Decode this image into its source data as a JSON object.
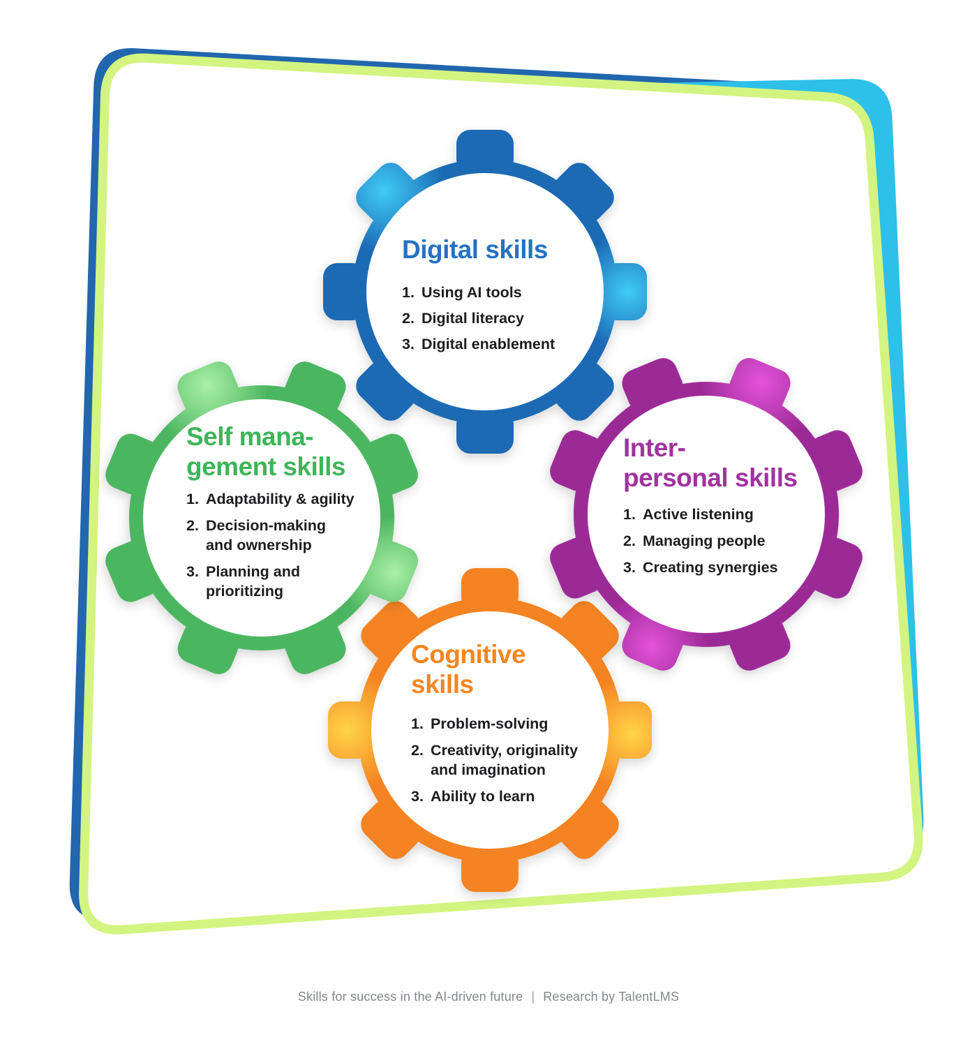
{
  "card": {
    "background": "#ffffff",
    "border_color": "#d3f480",
    "back_band_left": "#2166ae",
    "back_band_right": "#2dc0e8"
  },
  "numbers": [
    "1.",
    "2.",
    "3."
  ],
  "gears": [
    {
      "name": "digital-skills",
      "title": "Digital skills",
      "color": "#1f6ab4",
      "highlight": "#41d0fa",
      "title_color": "#2572c4",
      "items": [
        "Using AI tools",
        "Digital literacy",
        "Digital enablement"
      ]
    },
    {
      "name": "self-management-skills",
      "title": "Self mana-\ngement skills",
      "color": "#4bb660",
      "highlight": "#aef2a8",
      "title_color": "#3eb558",
      "items": [
        "Adaptability & agility",
        "Decision-making\nand ownership",
        "Planning and\nprioritizing"
      ]
    },
    {
      "name": "interpersonal-skills",
      "title": "Inter-\npersonal skills",
      "color": "#9c2c96",
      "highlight": "#e755de",
      "title_color": "#a232a0",
      "items": [
        "Active listening",
        "Managing people",
        "Creating synergies"
      ]
    },
    {
      "name": "cognitive-skills",
      "title": "Cognitive\nskills",
      "color": "#f58321",
      "highlight": "#ffd84a",
      "title_color": "#f6861f",
      "items": [
        "Problem-solving",
        "Creativity, originality\nand imagination",
        "Ability to learn"
      ]
    }
  ],
  "footer": {
    "title": "Skills for success in the AI-driven future",
    "separator": "|",
    "credit": "Research by TalentLMS"
  }
}
